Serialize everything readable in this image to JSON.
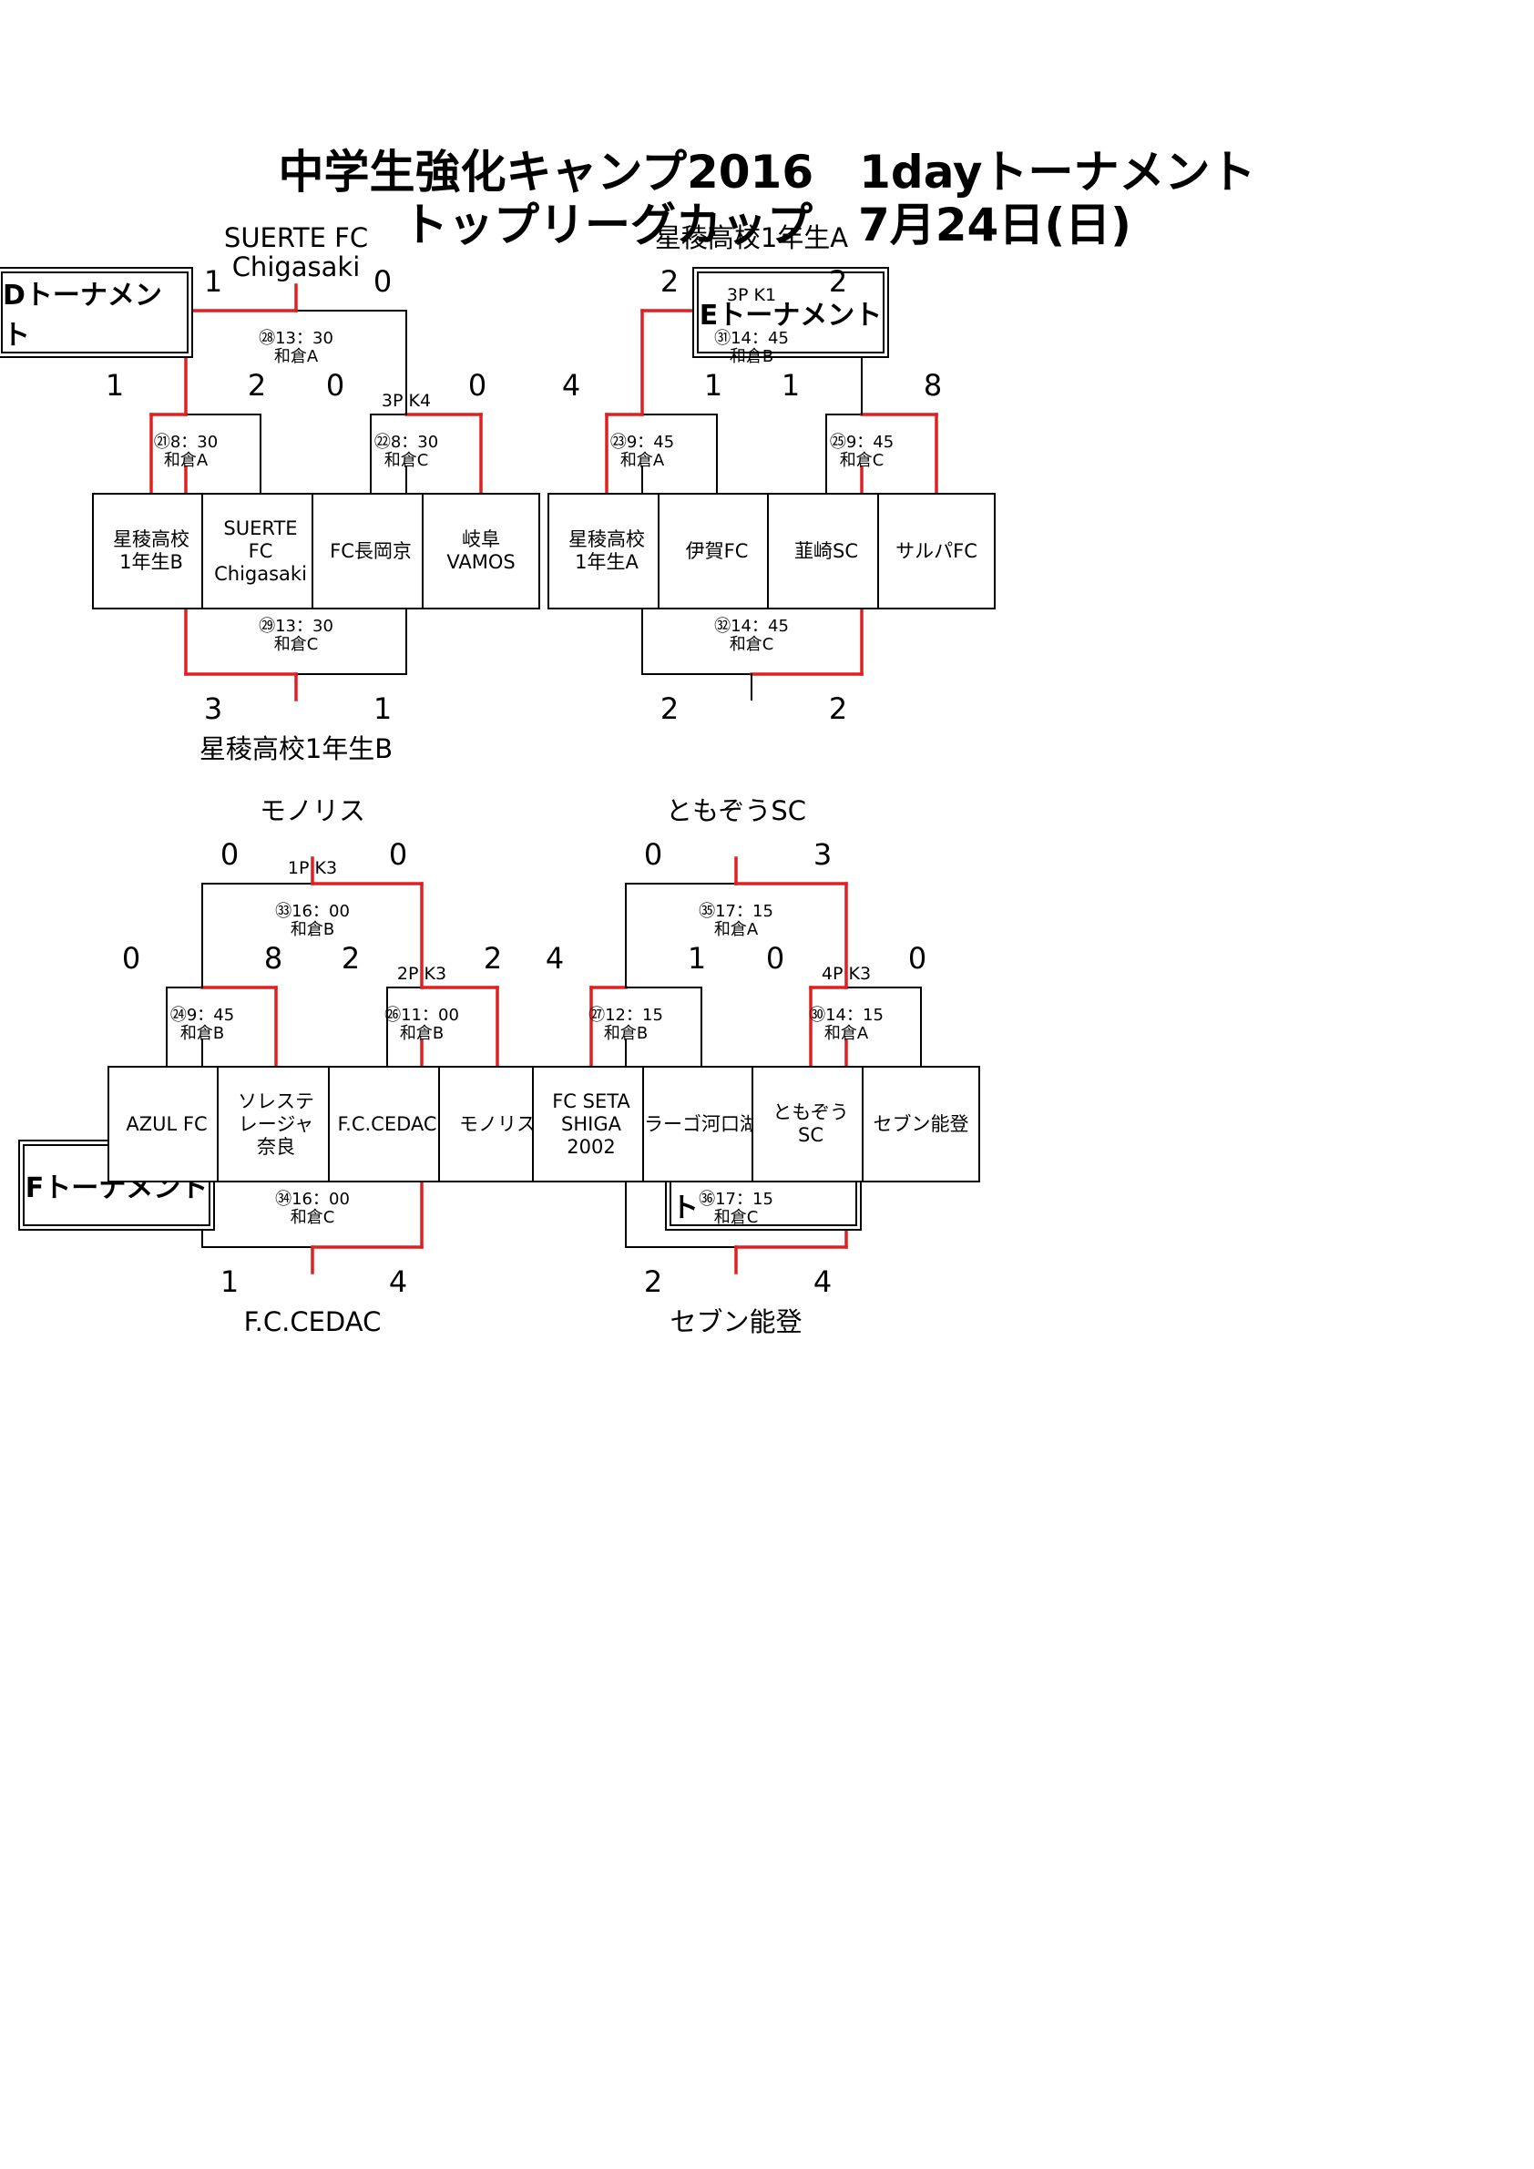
{
  "title": {
    "line1": "中学生強化キャンプ2016　1dayトーナメント",
    "line2": "トップリーグカップ　7月24日(日)"
  },
  "colors": {
    "win_line": "#e02020",
    "line": "#000000"
  },
  "tournaments": {
    "D": {
      "label": "Dトーナメント",
      "final_winner": "SUERTE FC\nChigasaki",
      "third_winner": "星稜高校1年生B",
      "teams": [
        "星稜高校\n1年生B",
        "SUERTE\nFC\nChigasaki",
        "FC長岡京",
        "岐阜\nVAMOS"
      ],
      "semi1": {
        "time": "㉑8：30",
        "venue": "和倉A",
        "score_left": "1",
        "score_right": "2",
        "pk": ""
      },
      "semi2": {
        "time": "㉒8：30",
        "venue": "和倉C",
        "score_left": "0",
        "score_right": "0",
        "pk": "3P K4"
      },
      "final": {
        "time": "㉘13：30",
        "venue": "和倉A",
        "score_left": "1",
        "score_right": "0",
        "pk": ""
      },
      "third": {
        "time": "㉙13：30",
        "venue": "和倉C",
        "score_left": "3",
        "score_right": "1",
        "pk": ""
      }
    },
    "E": {
      "label": "Eトーナメント",
      "final_winner": "星稜高校1年生A",
      "third_winner": "",
      "teams": [
        "星稜高校\n1年生A",
        "伊賀FC",
        "韮崎SC",
        "サルパFC"
      ],
      "semi1": {
        "time": "㉓9：45",
        "venue": "和倉A",
        "score_left": "4",
        "score_right": "1",
        "pk": ""
      },
      "semi2": {
        "time": "㉕9：45",
        "venue": "和倉C",
        "score_left": "1",
        "score_right": "8",
        "pk": ""
      },
      "final": {
        "time": "㉛14：45",
        "venue": "和倉B",
        "score_left": "2",
        "score_right": "2",
        "pk": "3P K1"
      },
      "third": {
        "time": "㉜14：45",
        "venue": "和倉C",
        "score_left": "2",
        "score_right": "2",
        "pk": ""
      }
    },
    "F": {
      "label": "Fトーナメント",
      "final_winner": "モノリス",
      "third_winner": "F.C.CEDAC",
      "teams": [
        "AZUL FC",
        "ソレステ\nレージャ\n奈良",
        "F.C.CEDAC",
        "モノリス"
      ],
      "semi1": {
        "time": "㉔9：45",
        "venue": "和倉B",
        "score_left": "0",
        "score_right": "8",
        "pk": ""
      },
      "semi2": {
        "time": "㉖11：00",
        "venue": "和倉B",
        "score_left": "2",
        "score_right": "2",
        "pk": "2P K3"
      },
      "final": {
        "time": "㉝16：00",
        "venue": "和倉B",
        "score_left": "0",
        "score_right": "0",
        "pk": "1P K3"
      },
      "third": {
        "time": "㉞16：00",
        "venue": "和倉C",
        "score_left": "1",
        "score_right": "4",
        "pk": ""
      }
    },
    "G": {
      "label": "Gトーナメント",
      "final_winner": "ともぞうSC",
      "third_winner": "セブン能登",
      "teams": [
        "FC SETA\nSHIGA\n2002",
        "ラーゴ河口湖",
        "ともぞう\nSC",
        "セブン能登"
      ],
      "semi1": {
        "time": "㉗12：15",
        "venue": "和倉B",
        "score_left": "4",
        "score_right": "1",
        "pk": ""
      },
      "semi2": {
        "time": "㉚14：15",
        "venue": "和倉A",
        "score_left": "0",
        "score_right": "0",
        "pk": "4P K3"
      },
      "final": {
        "time": "㉟17：15",
        "venue": "和倉A",
        "score_left": "0",
        "score_right": "3",
        "pk": ""
      },
      "third": {
        "time": "㊱17：15",
        "venue": "和倉C",
        "score_left": "2",
        "score_right": "4",
        "pk": ""
      }
    }
  }
}
